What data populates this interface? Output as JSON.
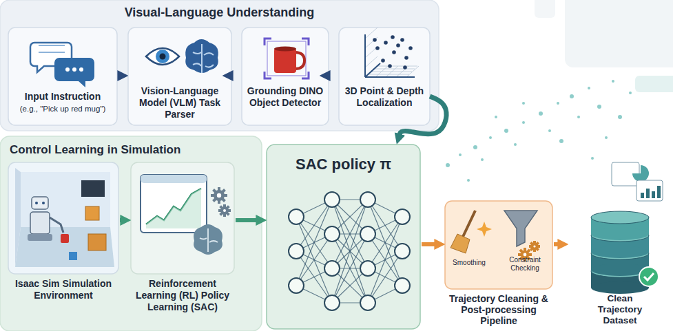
{
  "diagram": {
    "nodes": [
      {
        "text": [
          "Visual-Language Understanding"
        ]
      },
      {
        "text": [
          "Input Instruction",
          "(e.g., \"Pick up red mug\")"
        ],
        "in": 0
      },
      {
        "text": [
          "Vision-Language Model (VLM) Task Parser"
        ],
        "in": 0
      },
      {
        "text": [
          "Grounding DINO Object Detector"
        ],
        "in": 0
      },
      {
        "text": [
          "3D Point & Depth Localization"
        ],
        "in": 0
      },
      {
        "text": [
          "Control Learning in Simulation"
        ]
      },
      {
        "text": [
          "Isaac Sim Simulation Environment"
        ],
        "in": 5
      },
      {
        "text": [
          "Reinforcement Learning (RL) Policy Learning (SAC)"
        ],
        "in": 5
      },
      {
        "text": [
          "SAC policy π"
        ]
      },
      {
        "text": [
          "Smoothing",
          "Constraint Checking",
          "Trajectory Cleaning & Post-processing Pipeline"
        ]
      },
      {
        "text": [
          "Clean Trajectory Dataset"
        ]
      }
    ],
    "edges": [
      {
        "from": 1,
        "to": 2,
        "arrow": "to"
      },
      {
        "from": 2,
        "to": 3,
        "arrow": "to"
      },
      {
        "from": 3,
        "to": 4,
        "arrow": "to"
      },
      {
        "from": 4,
        "to": 8,
        "arrow": "to"
      },
      {
        "from": 6,
        "to": 7,
        "arrow": "to"
      },
      {
        "from": 7,
        "to": 8,
        "arrow": "to"
      },
      {
        "from": 8,
        "to": 9,
        "arrow": "to"
      },
      {
        "from": 9,
        "to": 10,
        "arrow": "to"
      }
    ]
  }
}
